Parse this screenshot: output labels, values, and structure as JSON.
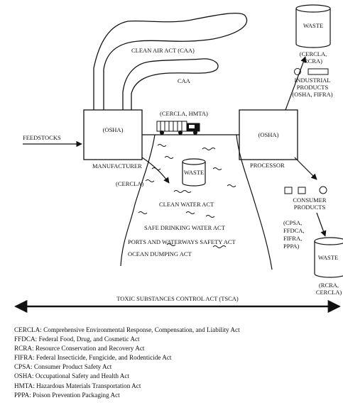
{
  "diagram": {
    "smoke_labels": {
      "caa_long": "CLEAN AIR ACT (CAA)",
      "caa_short": "CAA"
    },
    "feedstocks": "FEEDSTOCKS",
    "manufacturer": {
      "box_label": "(OSHA)",
      "caption": "MANUFACTURER"
    },
    "truck_label": "(CERCLA, HMTA)",
    "processor": {
      "box_label": "(OSHA)",
      "caption": "PROCESSOR"
    },
    "waste_top": {
      "label": "WASTE",
      "law_line1": "(CERCLA,",
      "law_line2": "RCRA)"
    },
    "industrial": {
      "line1": "INDUSTRIAL",
      "line2": "PRODUCTS",
      "line3": "(OSHA, FIFRA)"
    },
    "consumer": {
      "line1": "CONSUMER",
      "line2": "PRODUCTS",
      "laws": [
        "(CPSA,",
        "FFDCA,",
        "FIFRA,",
        "PPPA)"
      ]
    },
    "waste_bottom": {
      "label": "WASTE",
      "law_line1": "(RCRA,",
      "law_line2": "CERCLA)"
    },
    "river": {
      "cercla": "(CERCLA)",
      "waste_label": "WASTE",
      "acts": [
        "CLEAN WATER ACT",
        "SAFE DRINKING WATER ACT",
        "PORTS AND WATERWAYS SAFETY ACT",
        "OCEAN DUMPING ACT"
      ]
    },
    "tsca": "TOXIC SUBSTANCES CONTROL ACT (TSCA)"
  },
  "legend": [
    "CERCLA: Comprehensive Environmental Response, Compensation, and Liability Act",
    "FFDCA: Federal Food, Drug, and Cosmetic Act",
    "RCRA: Resource Conservation and Recovery Act",
    "FIFRA: Federal Insecticide, Fungicide, and Rodenticide Act",
    "CPSA: Consumer Product Safety Act",
    "OSHA: Occupational Safety and Health Act",
    "HMTA: Hazardous Materials Transportation Act",
    "PPPA: Poison Prevention Packaging Act"
  ]
}
